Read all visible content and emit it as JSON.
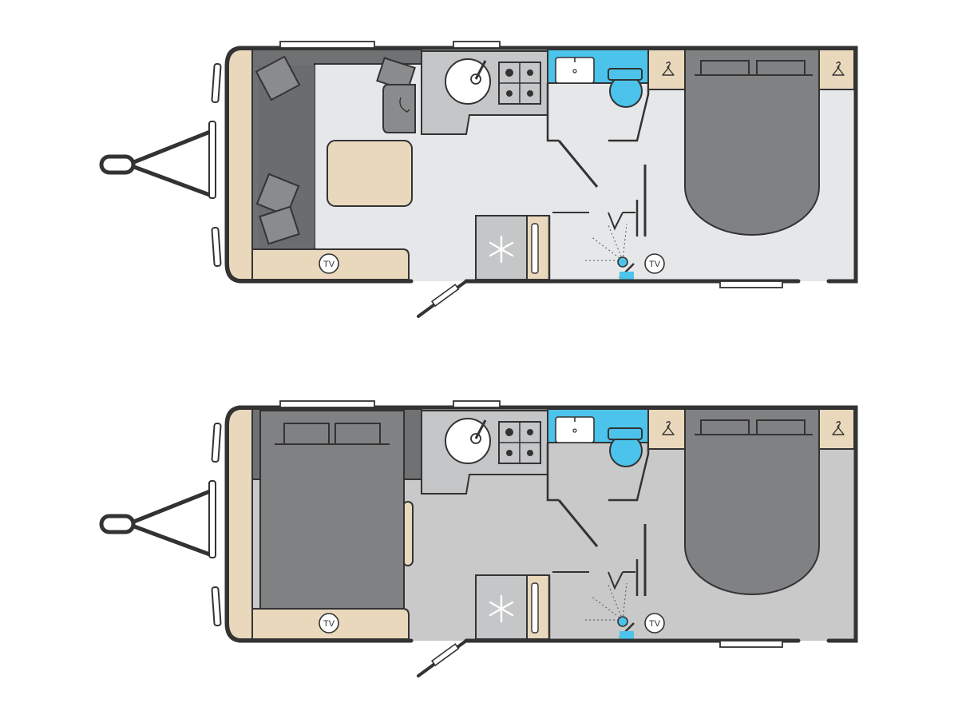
{
  "colors": {
    "outline": "#333333",
    "floor_day": "#e6e7e9",
    "floor_night": "#c9c9c9",
    "cabinet": "#c5c6c8",
    "upholstery": "#707173",
    "cushion": "#8a8b8d",
    "bed": "#808183",
    "wood": "#ead8bd",
    "bathroom": "#4cc3ea",
    "white": "#ffffff"
  },
  "icons": {
    "sink": "round-sink-icon",
    "hob": "four-burner-hob-icon",
    "fridge": "snowflake-icon",
    "wardrobe": "coat-hanger-icon",
    "toilet": "toilet-icon",
    "shower": "shower-head-icon"
  },
  "layouts": [
    {
      "id": "day",
      "tv_labels": [
        "TV",
        "TV"
      ]
    },
    {
      "id": "night",
      "tv_labels": [
        "TV",
        "TV"
      ]
    }
  ]
}
